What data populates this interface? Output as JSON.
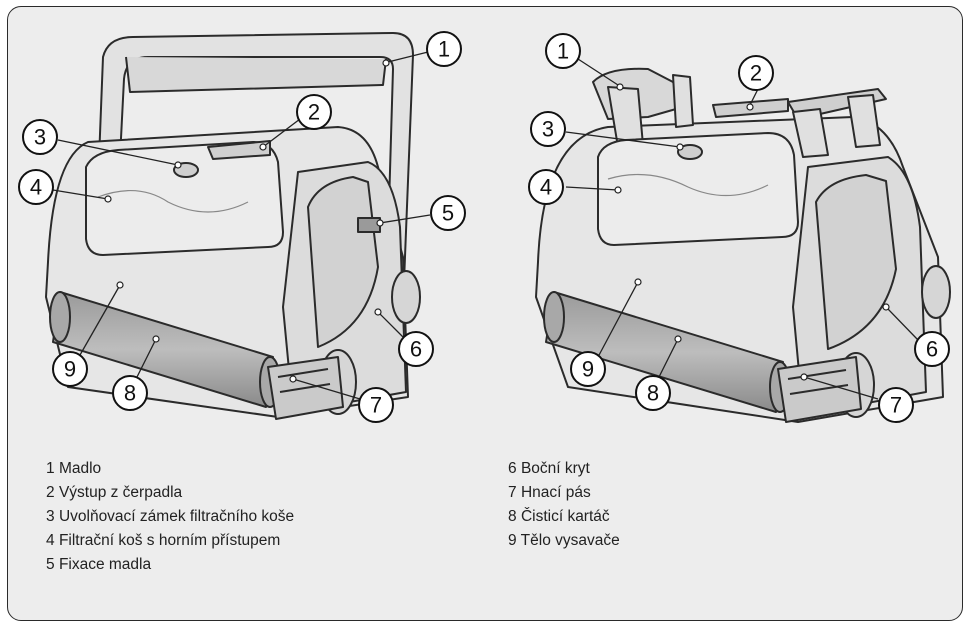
{
  "diagram": {
    "callouts": [
      "1",
      "2",
      "3",
      "4",
      "5",
      "6",
      "7",
      "8",
      "9"
    ],
    "legend_left": [
      {
        "num": "1",
        "label": "Madlo"
      },
      {
        "num": "2",
        "label": "Výstup z čerpadla"
      },
      {
        "num": "3",
        "label": "Uvolňovací zámek filtračního koše"
      },
      {
        "num": "4",
        "label": "Filtrační koš s horním přístupem"
      },
      {
        "num": "5",
        "label": "Fixace madla"
      }
    ],
    "legend_right": [
      {
        "num": "6",
        "label": "Boční kryt"
      },
      {
        "num": "7",
        "label": "Hnací pás"
      },
      {
        "num": "8",
        "label": "Čisticí kartáč"
      },
      {
        "num": "9",
        "label": "Tělo vysavače"
      }
    ]
  }
}
